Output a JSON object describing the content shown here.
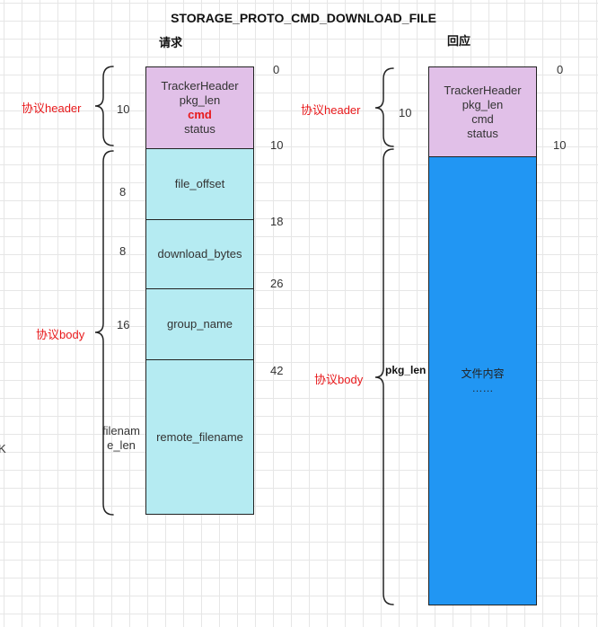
{
  "title": "STORAGE_PROTO_CMD_DOWNLOAD_FILE",
  "request": {
    "label": "请求",
    "header_label": "协议header",
    "header_size": "10",
    "header_fields": [
      "TrackerHeader",
      "pkg_len",
      "cmd",
      "status"
    ],
    "body_label": "协议body",
    "fields": [
      {
        "name": "file_offset",
        "size": "8"
      },
      {
        "name": "download_bytes",
        "size": "8"
      },
      {
        "name": "group_name",
        "size": "16"
      },
      {
        "name": "remote_filename",
        "size": "filename_len"
      }
    ],
    "offsets": [
      "0",
      "10",
      "18",
      "26",
      "42"
    ]
  },
  "response": {
    "label": "回应",
    "header_label": "协议header",
    "header_size": "10",
    "header_fields": [
      "TrackerHeader",
      "pkg_len",
      "cmd",
      "status"
    ],
    "body_label": "协议body",
    "body_size": "pkg_len",
    "body_content": [
      "文件内容",
      "……"
    ],
    "offsets": [
      "0",
      "10"
    ]
  },
  "edge_text": "K",
  "colors": {
    "header_fill": "#e1c0e8",
    "body_fill": "#b5ebf2",
    "file_fill": "#2196f3",
    "accent_red": "#e8191b"
  }
}
